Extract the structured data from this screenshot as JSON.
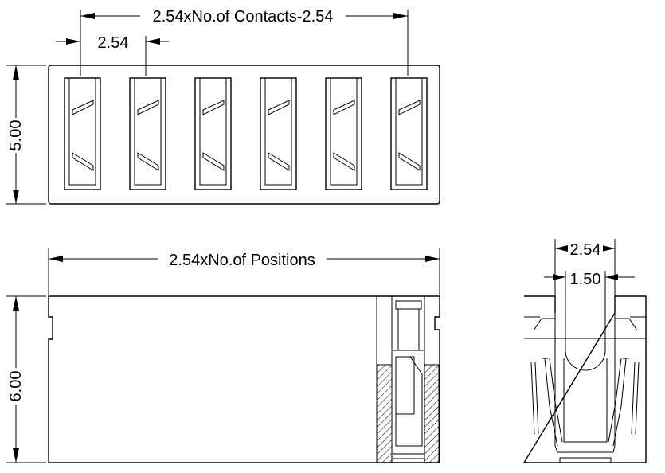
{
  "dimensions": {
    "top_width": "2.54xNo.of Contacts-2.54",
    "pitch": "2.54",
    "top_height": "5.00",
    "side_width": "2.54xNo.of Positions",
    "side_height": "6.00",
    "end_outer": "2.54",
    "end_inner": "1.50"
  },
  "contacts_count": 6
}
